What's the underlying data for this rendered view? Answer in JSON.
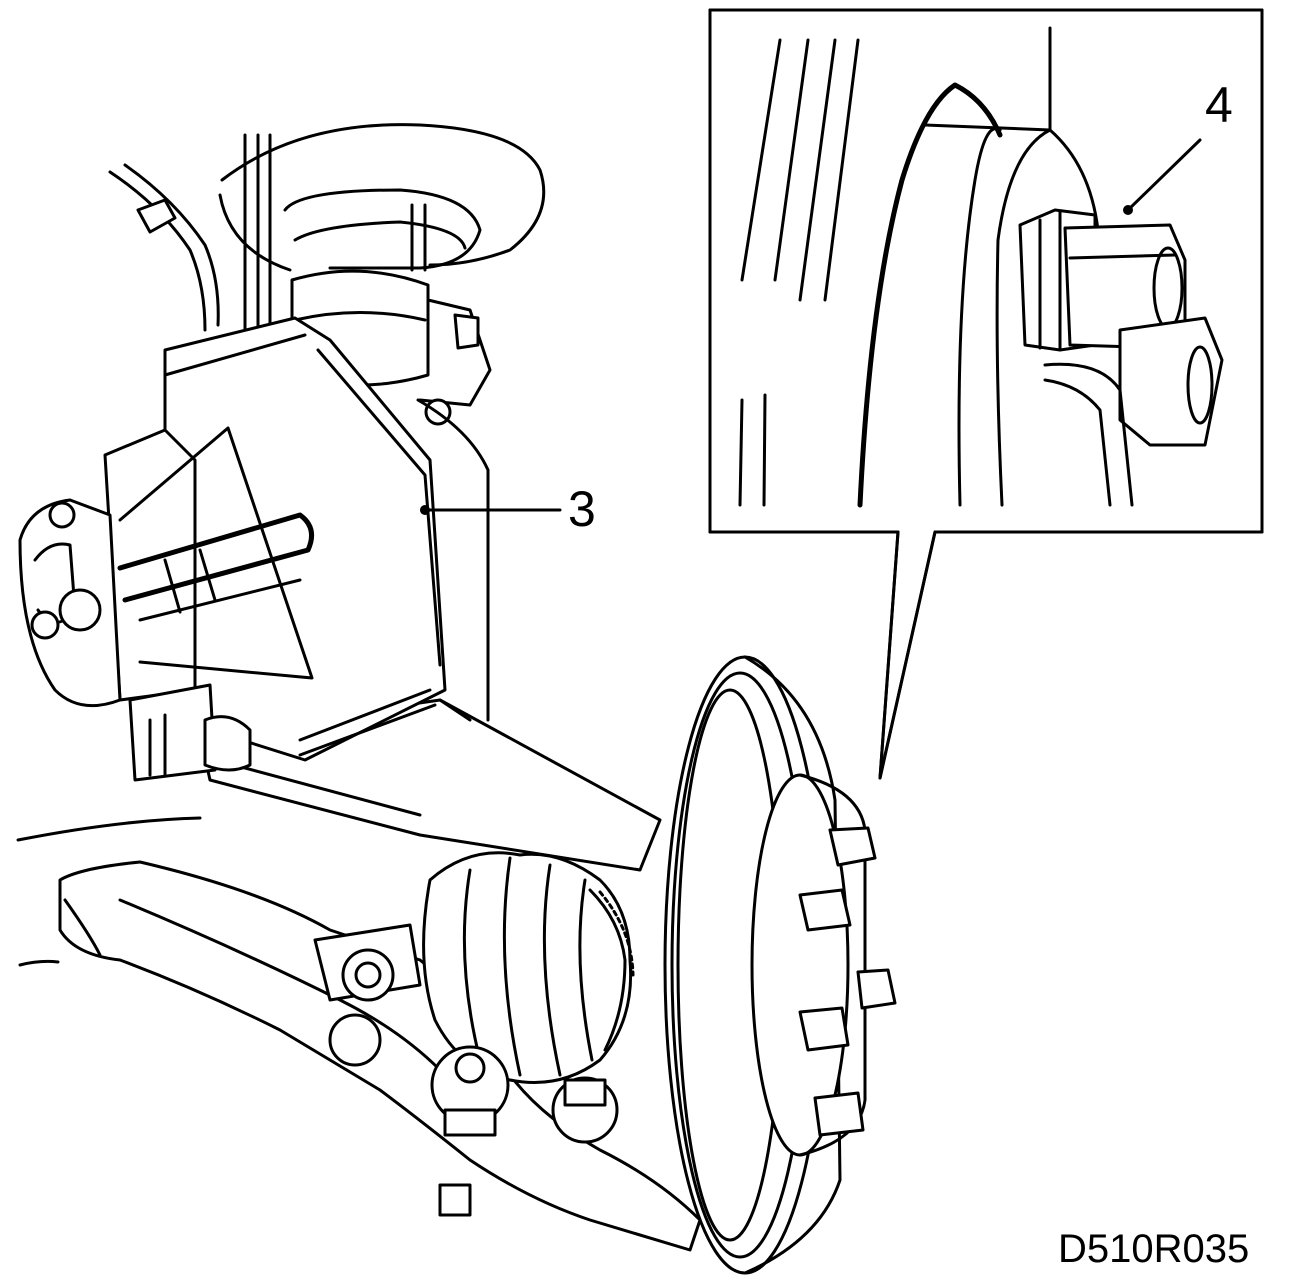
{
  "callouts": [
    {
      "id": "callout-3",
      "label": "3"
    },
    {
      "id": "callout-4",
      "label": "4"
    }
  ],
  "figure_code": "D510R035",
  "colors": {
    "ink": "#000000",
    "paper": "#ffffff"
  }
}
